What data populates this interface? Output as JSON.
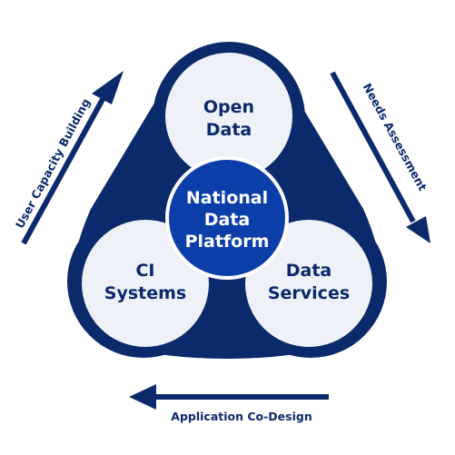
{
  "colors": {
    "navy": "#0b2a6b",
    "node_fill": "#eef1f8",
    "center_fill": "#0b3ea8",
    "text_dark": "#0b2a6b",
    "text_light": "#ffffff"
  },
  "nodes": {
    "top": {
      "line1": "Open",
      "line2": "Data"
    },
    "left": {
      "line1": "CI",
      "line2": "Systems"
    },
    "right": {
      "line1": "Data",
      "line2": "Services"
    }
  },
  "center": {
    "line1": "National",
    "line2": "Data",
    "line3": "Platform"
  },
  "arrows": {
    "left": "User Capacity Building",
    "right": "Needs Assessment",
    "bottom": "Application Co-Design"
  }
}
